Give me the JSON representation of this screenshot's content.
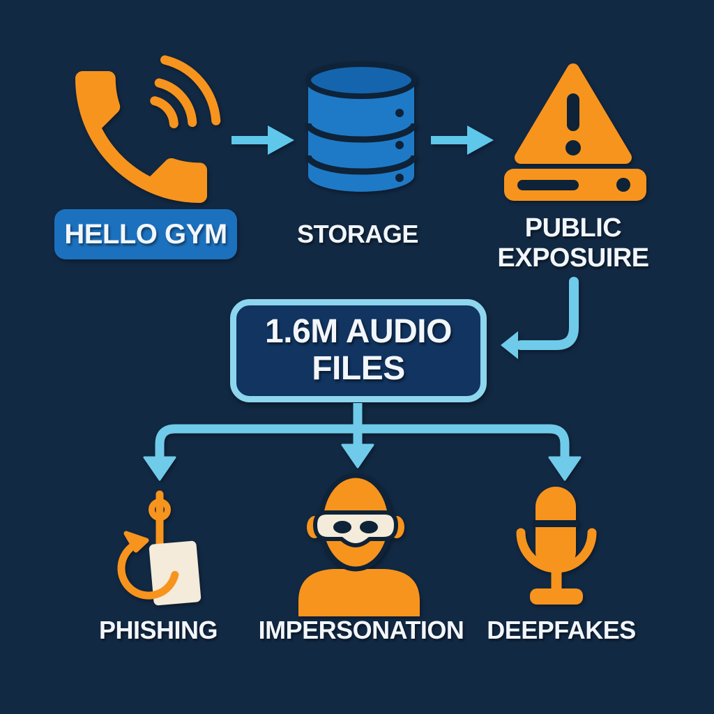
{
  "colors": {
    "background": "#122944",
    "orange": "#F7941D",
    "blue": "#1C71BE",
    "dbLight": "#1E7AC6",
    "dbDark": "#1465AE",
    "cyan": "#5FC8EA",
    "connector": "#6FCBE9",
    "boxBorder": "#8ED6EE",
    "boxFill": "#113460",
    "cream": "#F4EBDA",
    "outline": "#0E2238",
    "text": "#F2F6FA"
  },
  "flow": {
    "source": {
      "icon": "phone-icon",
      "label": "HELLO GYM"
    },
    "storage": {
      "icon": "database-icon",
      "label": "STORAGE"
    },
    "exposure": {
      "icon": "warning-icon",
      "label_line1": "PUBLIC",
      "label_line2": "EXPOSUIRE"
    },
    "hub": {
      "label_line1": "1.6M AUDIO",
      "label_line2": "FILES"
    },
    "risks": [
      {
        "icon": "fishing-hook-icon",
        "label": "PHISHING"
      },
      {
        "icon": "masked-person-icon",
        "label": "IMPERSONATION"
      },
      {
        "icon": "microphone-icon",
        "label": "DEEPFAKES"
      }
    ]
  }
}
